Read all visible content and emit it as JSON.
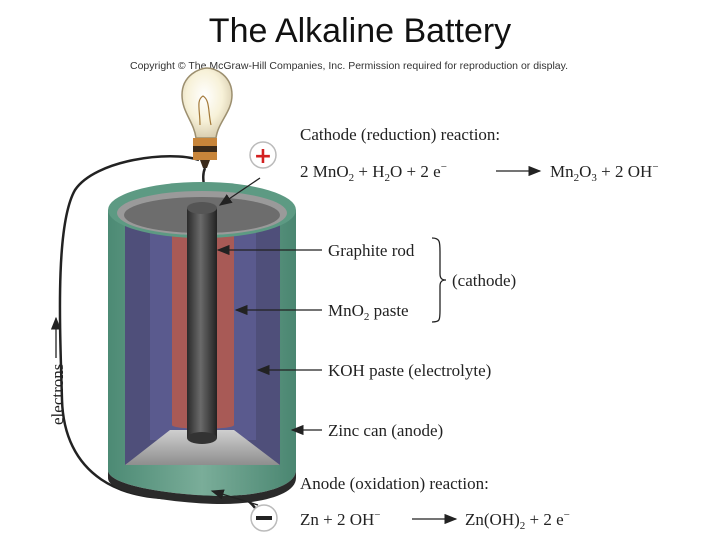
{
  "title": "The Alkaline Battery",
  "copyright": "Copyright © The McGraw-Hill Companies, Inc. Permission required for reproduction or display.",
  "labels": {
    "cathode_reaction_heading": "Cathode (reduction) reaction:",
    "graphite_rod": "Graphite rod",
    "mno2_paste_prefix": "MnO",
    "mno2_paste_sub": "2",
    "mno2_paste_suffix": " paste",
    "cathode_bracket": "(cathode)",
    "koh_paste": "KOH paste (electrolyte)",
    "zinc_can": "Zinc can (anode)",
    "anode_reaction_heading": "Anode (oxidation) reaction:",
    "electrons": "electrons"
  },
  "cathode_equation": {
    "left": "2 MnO",
    "left_sub": "2",
    "plus_water": " + H",
    "water_sub": "2",
    "water_o": "O + 2 e",
    "right": "Mn",
    "right_sub1": "2",
    "right_o": "O",
    "right_sub2": "3",
    "right_tail": " + 2 OH"
  },
  "anode_equation": {
    "left": "Zn + 2 OH",
    "right": "Zn(OH)",
    "right_sub": "2",
    "right_tail": " + 2 e"
  },
  "terminals": {
    "positive": "+",
    "negative": "−"
  }
}
